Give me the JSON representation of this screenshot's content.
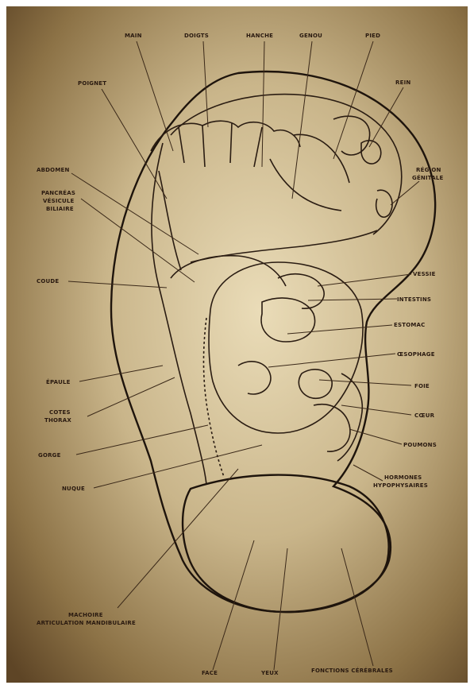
{
  "colors": {
    "background_light": "#d9c9a4",
    "background_dark": "#6b5532",
    "ear_fill": "#e9d9b8",
    "ink": "#2a1a10"
  },
  "labels": {
    "main": "MAIN",
    "doigts": "DOIGTS",
    "hanche": "HANCHE",
    "genou": "GENOU",
    "pied": "PIED",
    "rein": "REIN",
    "poignet": "POIGNET",
    "abdomen": "ABDOMEN",
    "region_genitale_1": "RÉGION",
    "region_genitale_2": "GÉNITALE",
    "pancreas_1": "PANCRÉAS",
    "pancreas_2": "VÉSICULE",
    "pancreas_3": "BILIAIRE",
    "coude": "COUDE",
    "vessie": "VESSIE",
    "intestins": "INTESTINS",
    "estomac": "ESTOMAC",
    "oesophage": "ŒSOPHAGE",
    "epaule": "ÉPAULE",
    "foie": "FOIE",
    "cotes_1": "COTES",
    "cotes_2": "THORAX",
    "coeur": "CŒUR",
    "poumons": "POUMONS",
    "gorge": "GORGE",
    "hormones_1": "HORMONES",
    "hormones_2": "HYPOPHYSAIRES",
    "nuque": "NUQUE",
    "machoire_1": "MACHOIRE",
    "machoire_2": "ARTICULATION MANDIBULAIRE",
    "face": "FACE",
    "yeux": "YEUX",
    "fonctions": "FONCTIONS CÉRÉBRALES"
  }
}
